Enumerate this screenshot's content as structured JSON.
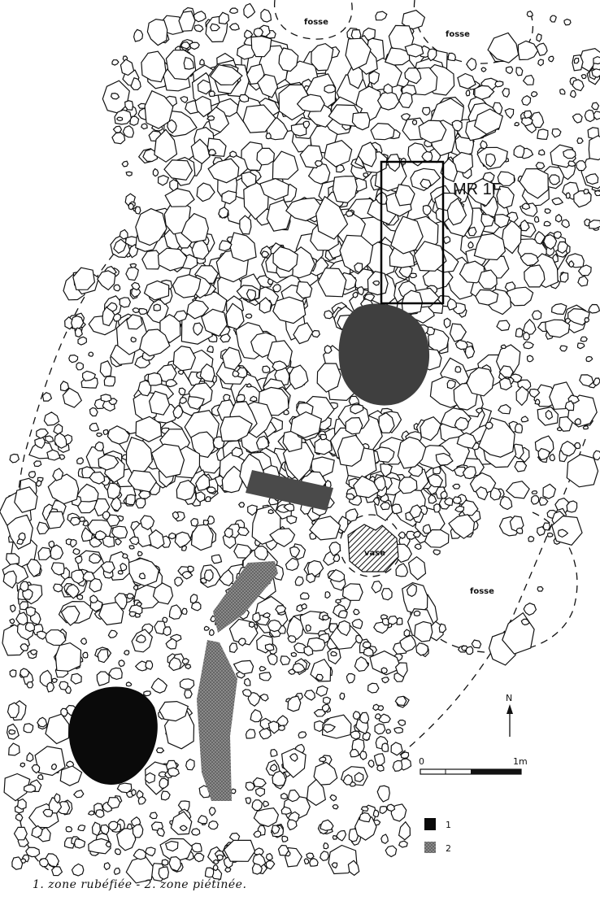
{
  "figure": {
    "sample_frame_label": "MR 1F",
    "fosse_labels": [
      "fosse",
      "fosse",
      "fosse"
    ],
    "vase_label": "vase",
    "north_label": "N",
    "scale": {
      "start": "0",
      "end": "1m"
    },
    "legend": [
      {
        "key": "1",
        "pattern": "solid-black"
      },
      {
        "key": "2",
        "pattern": "grey-stipple"
      }
    ],
    "caption": "1. zone rubéfiée - 2. zone piétinée."
  },
  "colors": {
    "stone_outline": "#111111",
    "zone_rubefiee": "#0a0a0a",
    "zone_pietinee": "#555555",
    "background": "#ffffff"
  }
}
